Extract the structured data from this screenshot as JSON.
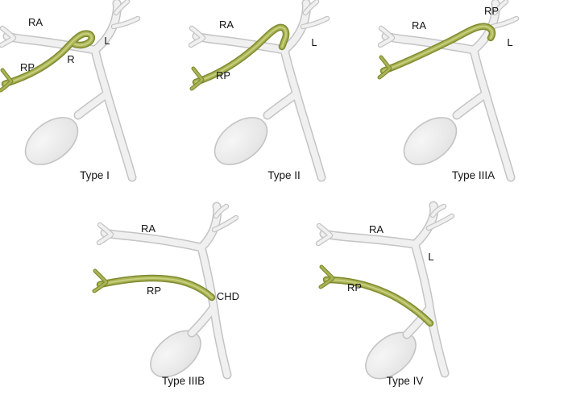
{
  "colors": {
    "duct_outline": "#c4c4c4",
    "duct_fill": "#f0f0f0",
    "gallbladder_light": "#f6f6f6",
    "gallbladder_dark": "#e2e2e2",
    "rp_outline": "#7d8a2e",
    "rp_fill": "#a9b254",
    "rp_highlight": "#cdd385",
    "label": "#141414"
  },
  "panels": [
    {
      "caption": "Type I",
      "labels": {
        "ra": "RA",
        "rp": "RP",
        "r": "R",
        "l": "L"
      }
    },
    {
      "caption": "Type II",
      "labels": {
        "ra": "RA",
        "rp": "RP",
        "l": "L"
      }
    },
    {
      "caption": "Type IIIA",
      "labels": {
        "ra": "RA",
        "rp": "RP",
        "l": "L"
      }
    },
    {
      "caption": "Type IIIB",
      "labels": {
        "ra": "RA",
        "rp": "RP",
        "chd": "CHD"
      }
    },
    {
      "caption": "Type IV",
      "labels": {
        "ra": "RA",
        "rp": "RP",
        "l": "L"
      }
    }
  ]
}
